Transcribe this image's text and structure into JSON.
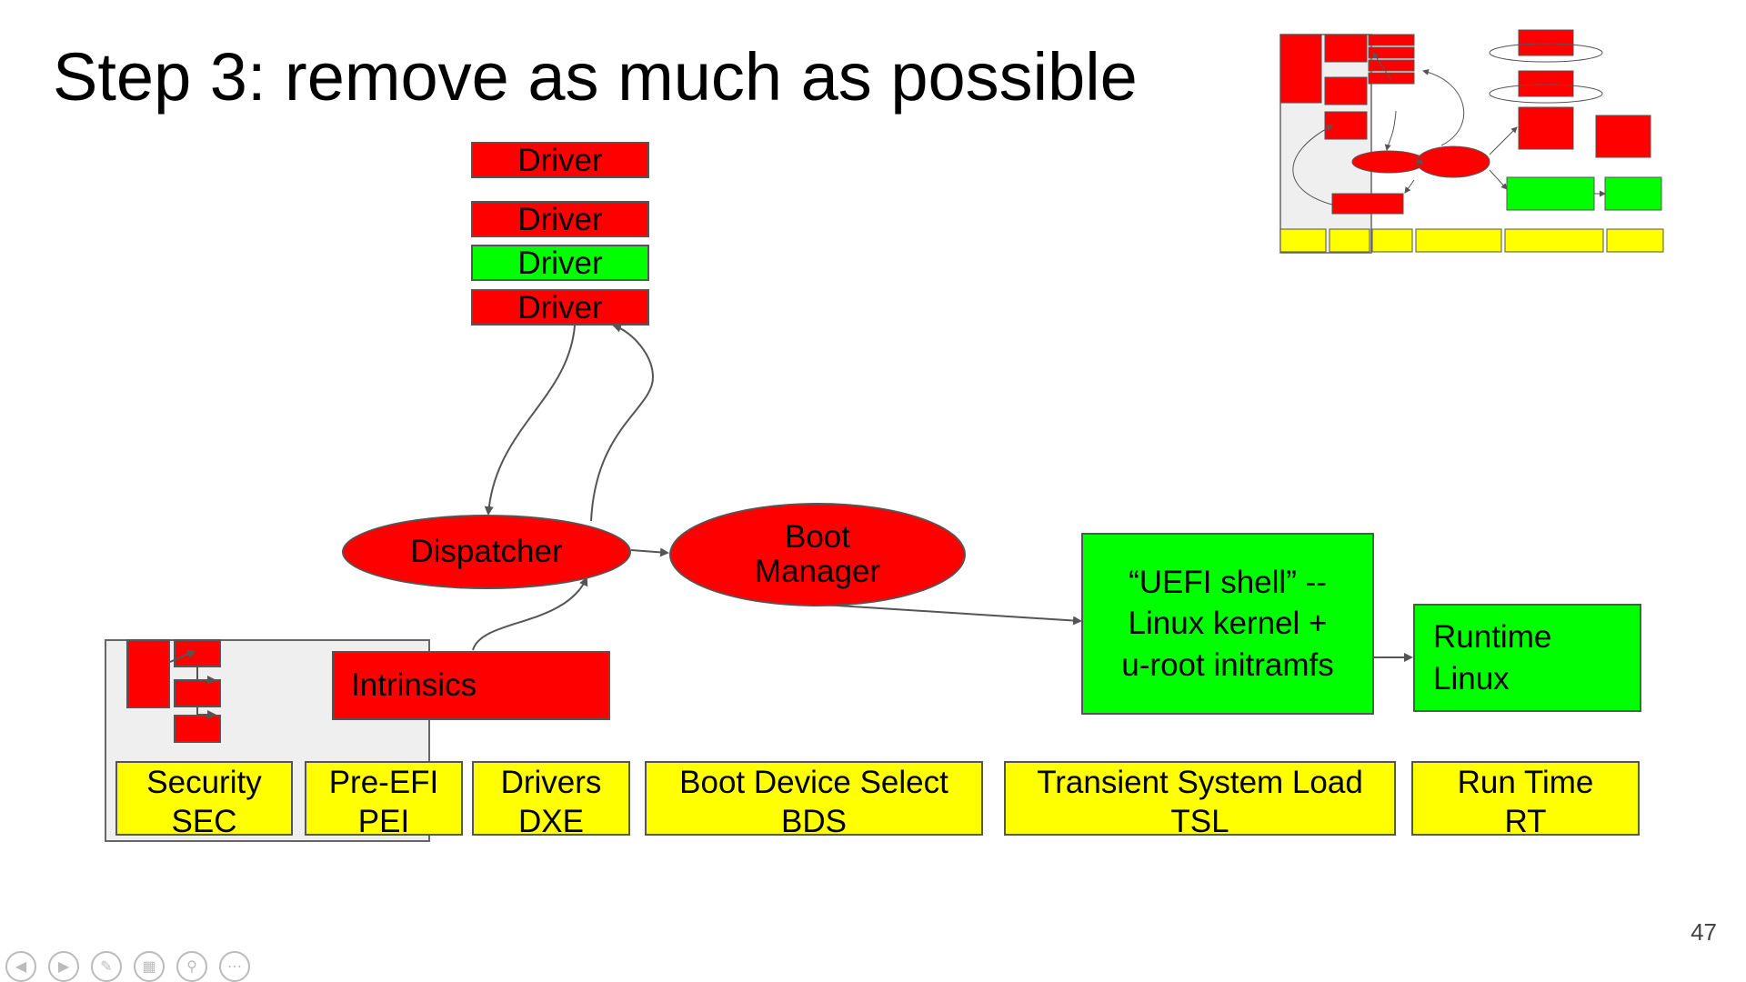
{
  "slide": {
    "title": "Step 3: remove as much as possible",
    "page_number": "47"
  },
  "drivers": [
    "Driver",
    "Driver",
    "Driver",
    "Driver"
  ],
  "nodes": {
    "dispatcher": "Dispatcher",
    "boot_manager": "Boot\nManager",
    "intrinsics": "Intrinsics",
    "uefi_shell": "“UEFI shell” --\nLinux kernel +\nu-root initramfs",
    "runtime_linux": "Runtime\nLinux"
  },
  "phases": [
    {
      "name": "Security",
      "abbr": "SEC"
    },
    {
      "name": "Pre-EFI",
      "abbr": "PEI"
    },
    {
      "name": "Drivers",
      "abbr": "DXE"
    },
    {
      "name": "Boot Device Select",
      "abbr": "BDS"
    },
    {
      "name": "Transient System Load",
      "abbr": "TSL"
    },
    {
      "name": "Run Time",
      "abbr": "RT"
    }
  ],
  "colors": {
    "removed": "#ff0000",
    "kept": "#00ff00",
    "phase": "#ffff00",
    "panel": "#efefef"
  },
  "nav_icons": [
    "prev-icon",
    "next-icon",
    "pen-icon",
    "slides-icon",
    "zoom-icon",
    "more-icon"
  ]
}
